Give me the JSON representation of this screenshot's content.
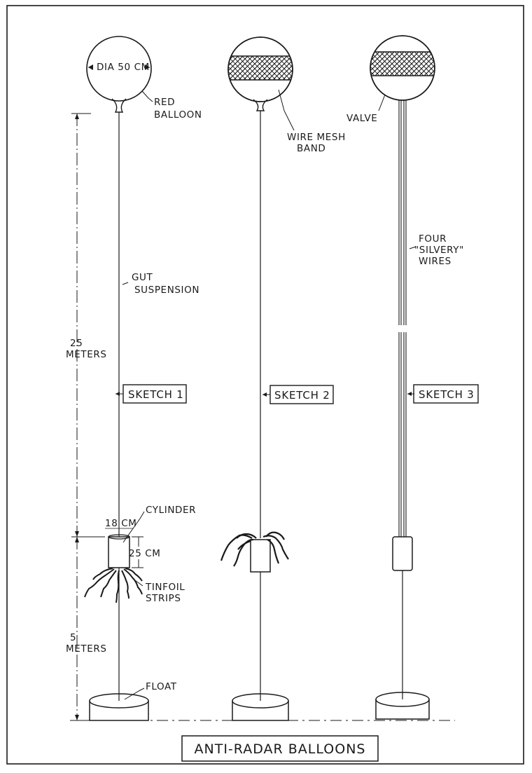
{
  "title": "ANTI-RADAR BALLOONS",
  "sketches": [
    {
      "label": "SKETCH 1"
    },
    {
      "label": "SKETCH 2"
    },
    {
      "label": "SKETCH 3"
    }
  ],
  "labels": {
    "diameter": "DIA 50 CM",
    "red_balloon_1": "RED",
    "red_balloon_2": "BALLOON",
    "wire_mesh_1": "WIRE MESH",
    "wire_mesh_2": "BAND",
    "valve": "VALVE",
    "gut_1": "GUT",
    "gut_2": "SUSPENSION",
    "four_wires_1": "FOUR",
    "four_wires_2": "\"SILVERY\"",
    "four_wires_3": "WIRES",
    "length_25_1": "25",
    "length_25_2": "METERS",
    "length_5_1": "5",
    "length_5_2": "METERS",
    "cylinder": "CYLINDER",
    "cyl_width": "18 CM",
    "cyl_height": "25 CM",
    "tinfoil_1": "TINFOIL",
    "tinfoil_2": "STRIPS",
    "float": "FLOAT"
  }
}
